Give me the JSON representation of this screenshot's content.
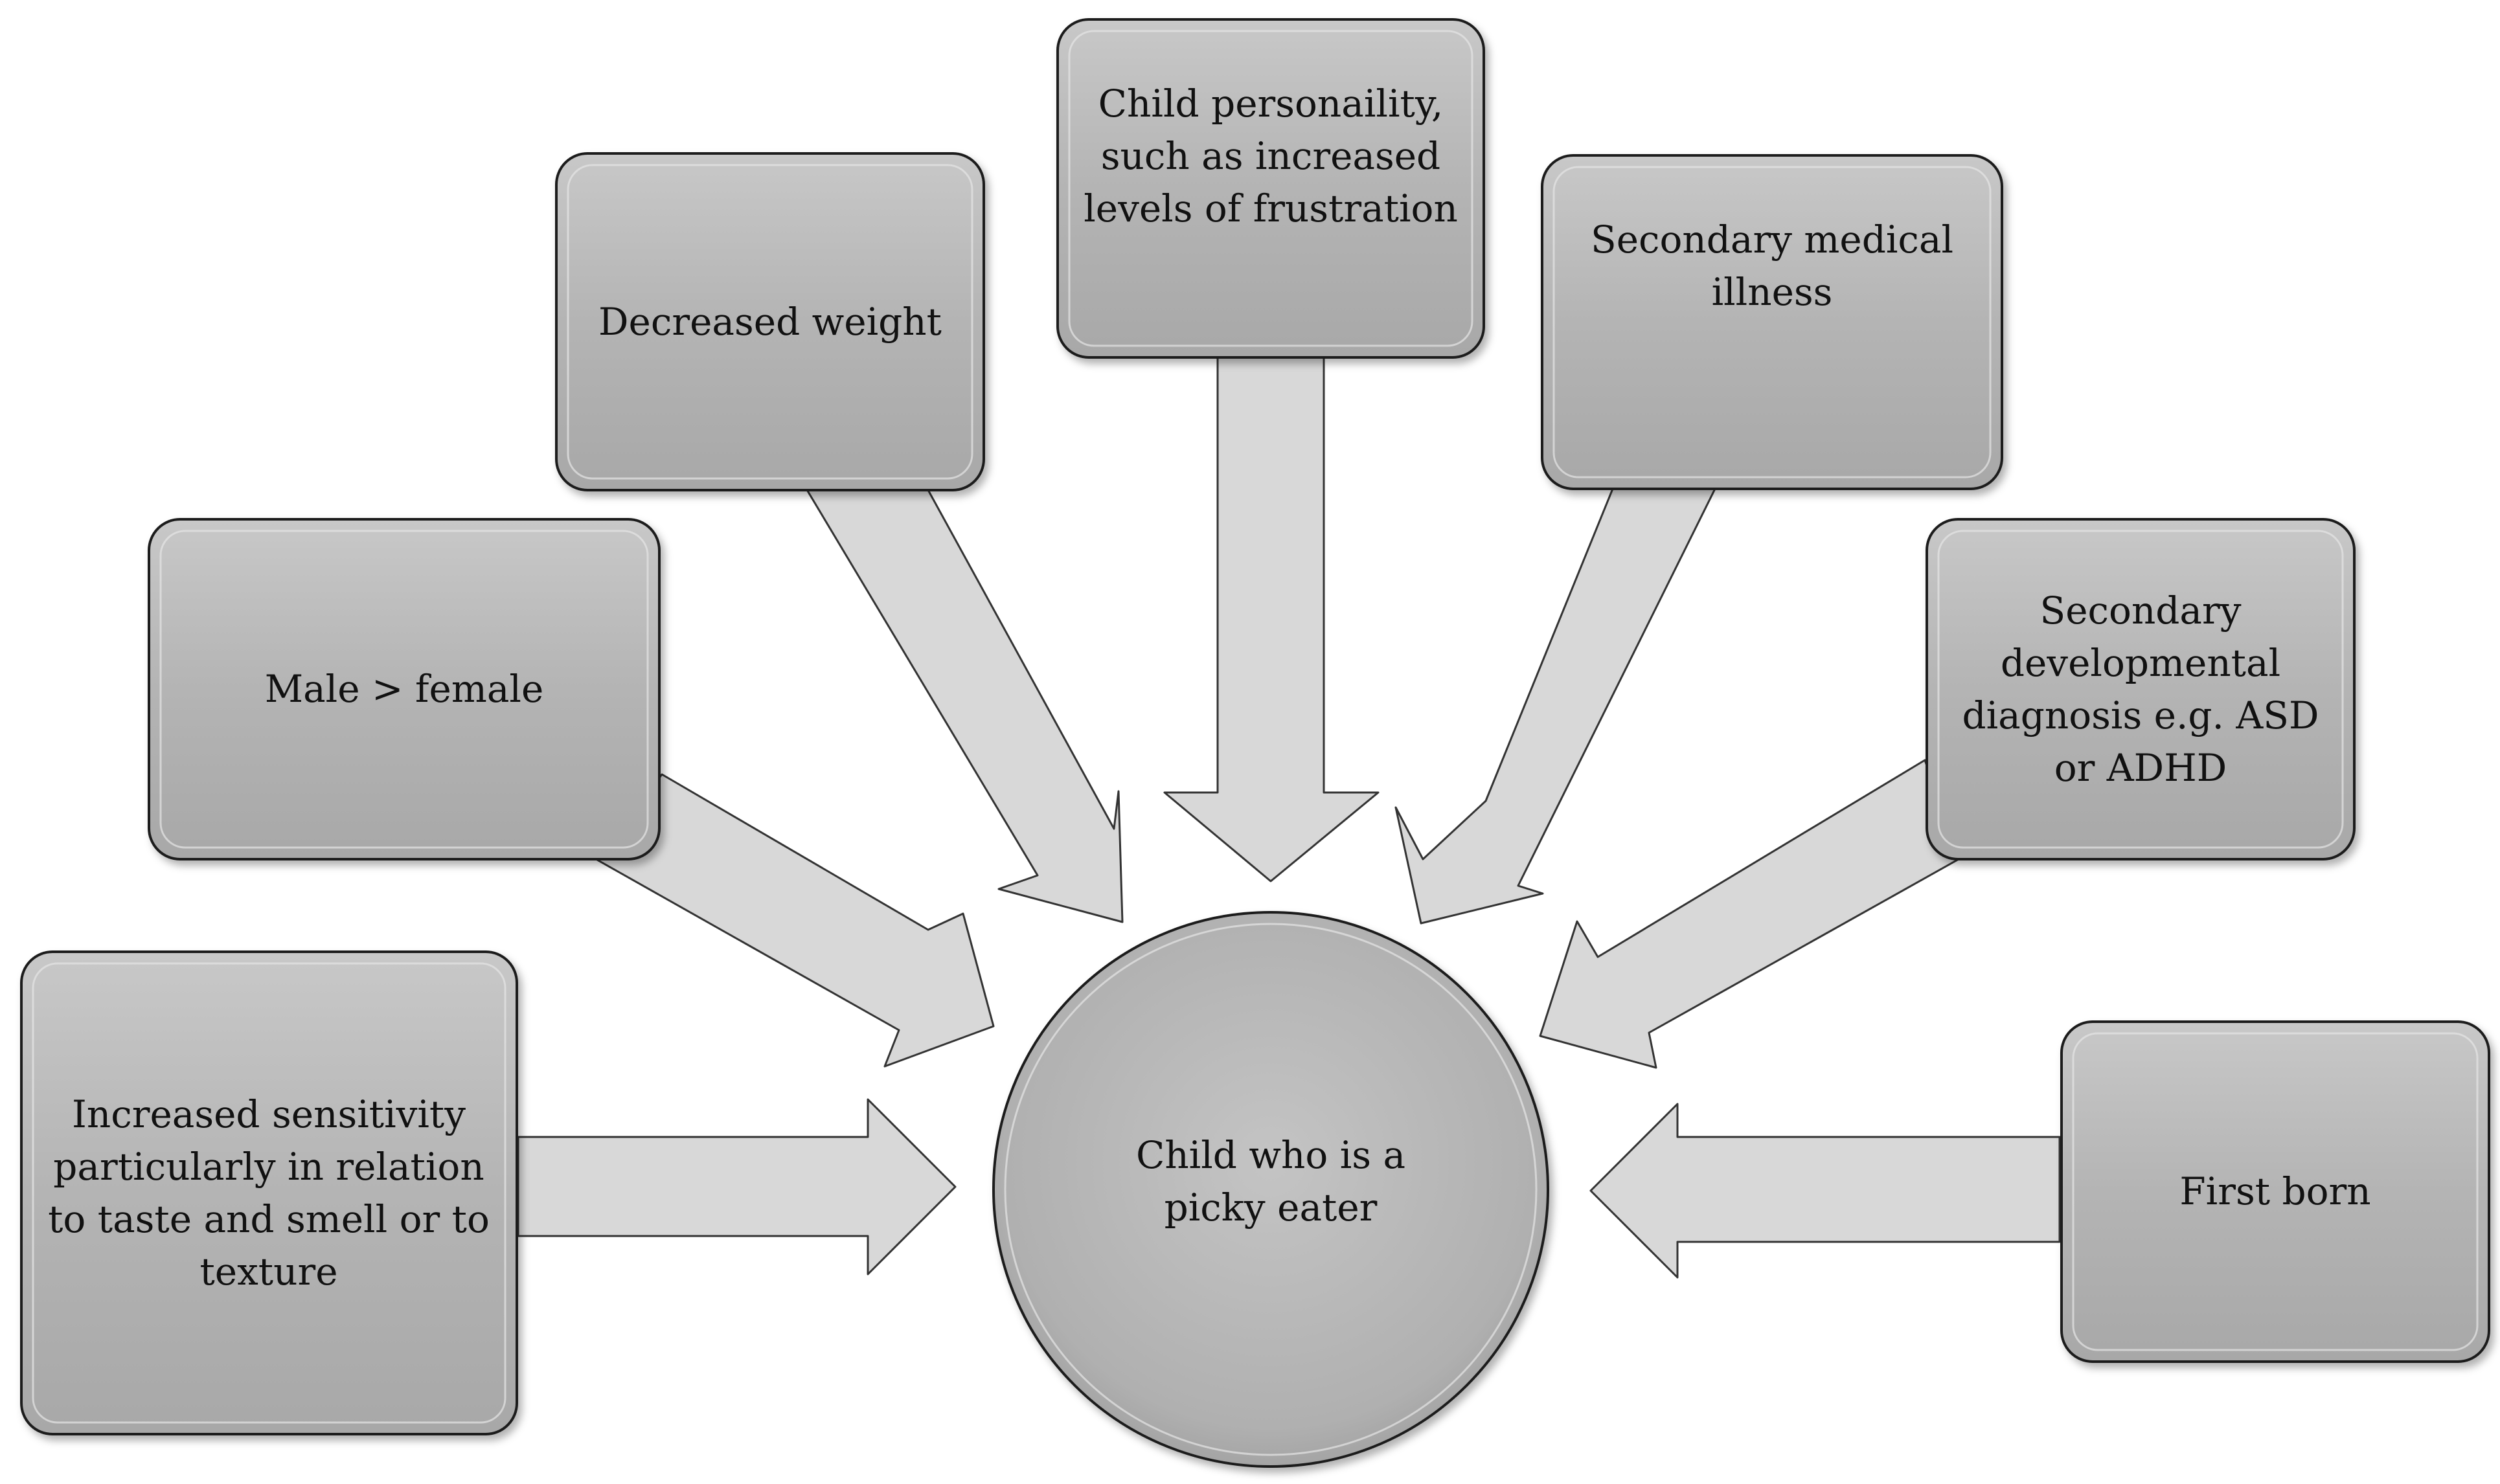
{
  "diagram": {
    "center": {
      "label": "Child who is a\npicky eater"
    },
    "factors": [
      {
        "id": "sensitivity",
        "label": "Increased sensitivity\nparticularly in relation\nto taste and smell or to\ntexture"
      },
      {
        "id": "male",
        "label": "Male > female"
      },
      {
        "id": "weight",
        "label": "Decreased weight"
      },
      {
        "id": "personality",
        "label": "Child personaility,\nsuch as increased\nlevels of frustration"
      },
      {
        "id": "medical",
        "label": "Secondary medical\nillness"
      },
      {
        "id": "developmental",
        "label": "Secondary\ndevelopmental\ndiagnosis e.g. ASD\nor ADHD"
      },
      {
        "id": "firstborn",
        "label": "First born"
      }
    ]
  },
  "colors": {
    "box_fill": "#b3b3b3",
    "box_border": "#1a1a1a",
    "arrow_fill": "#d8d8d8",
    "arrow_stroke": "#333333",
    "text": "#111111"
  }
}
